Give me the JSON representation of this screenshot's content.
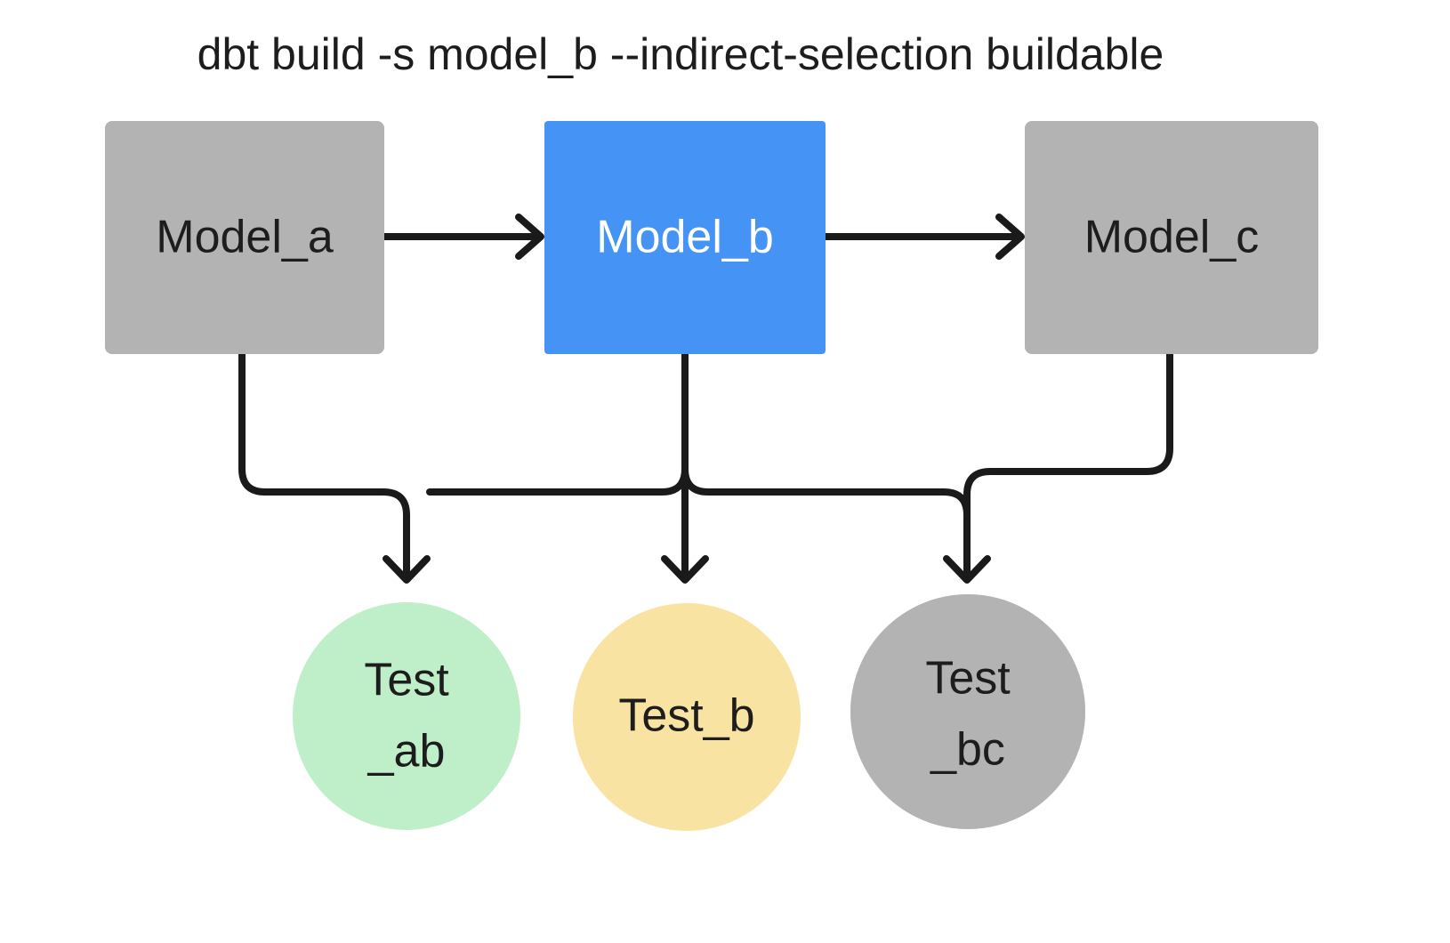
{
  "title": "dbt build -s model_b --indirect-selection buildable",
  "colors": {
    "background": "#ffffff",
    "gray_node": "#b3b3b3",
    "blue_node": "#4594f5",
    "green_node": "#bfefc8",
    "yellow_node": "#f8e3a3",
    "edge": "#1a1a1a",
    "dark_text": "#1d1d1d",
    "light_text": "#ffffff"
  },
  "nodes": {
    "models": [
      {
        "id": "model_a",
        "label": "Model_a",
        "fill": "#b3b3b3",
        "text_color": "#1d1d1d"
      },
      {
        "id": "model_b",
        "label": "Model_b",
        "fill": "#4594f5",
        "text_color": "#ffffff"
      },
      {
        "id": "model_c",
        "label": "Model_c",
        "fill": "#b3b3b3",
        "text_color": "#1d1d1d"
      }
    ],
    "tests": [
      {
        "id": "test_ab",
        "label_line1": "Test",
        "label_line2": "_ab",
        "fill": "#bfefc8",
        "text_color": "#1d1d1d"
      },
      {
        "id": "test_b",
        "label_line1": "Test_b",
        "label_line2": "",
        "fill": "#f8e3a3",
        "text_color": "#1d1d1d"
      },
      {
        "id": "test_bc",
        "label_line1": "Test",
        "label_line2": "_bc",
        "fill": "#b3b3b3",
        "text_color": "#1d1d1d"
      }
    ]
  },
  "edges": [
    {
      "id": "model_a-to-model_b",
      "from": "model_a",
      "to": "model_b",
      "kind": "horizontal-arrow"
    },
    {
      "id": "model_b-to-model_c",
      "from": "model_b",
      "to": "model_c",
      "kind": "horizontal-arrow"
    },
    {
      "id": "model_a-to-test_ab",
      "from": "model_a",
      "to": "test_ab",
      "kind": "elbow-arrow"
    },
    {
      "id": "model_b-to-test_ab",
      "from": "model_b",
      "to": "test_ab",
      "kind": "elbow-arrow"
    },
    {
      "id": "model_b-to-test_b",
      "from": "model_b",
      "to": "test_b",
      "kind": "straight-arrow"
    },
    {
      "id": "model_b-to-test_bc",
      "from": "model_b",
      "to": "test_bc",
      "kind": "elbow-arrow"
    },
    {
      "id": "model_c-to-test_bc",
      "from": "model_c",
      "to": "test_bc",
      "kind": "elbow-arrow"
    }
  ]
}
